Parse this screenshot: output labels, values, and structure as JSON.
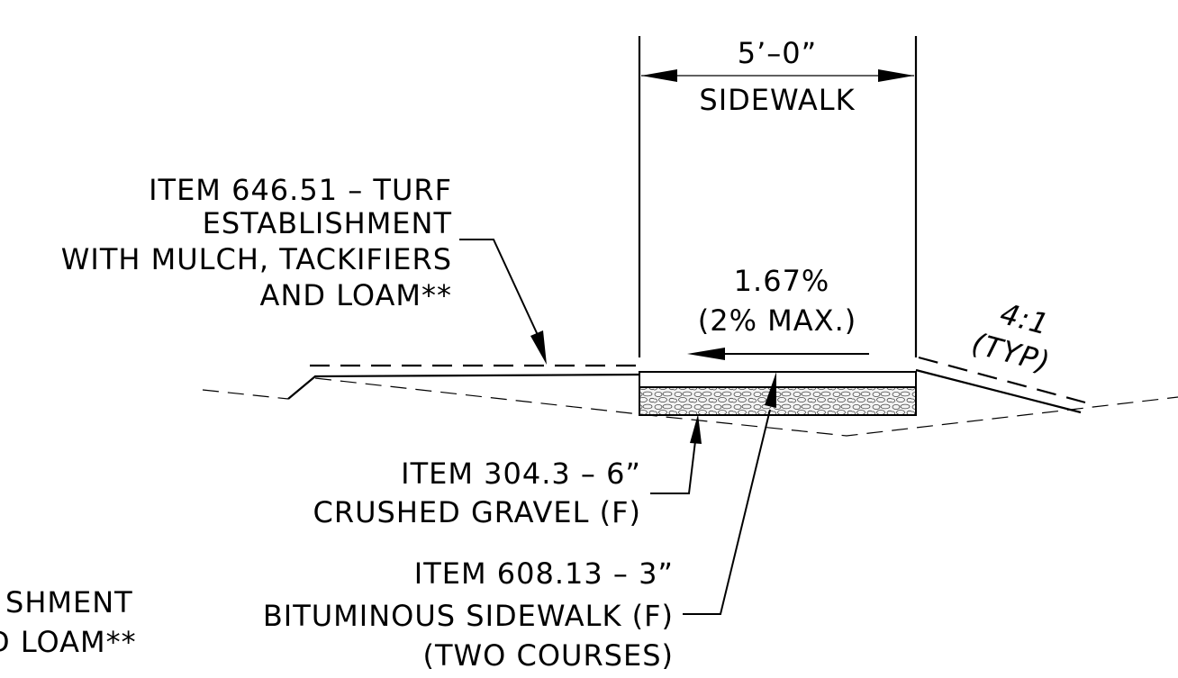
{
  "dimension": {
    "width": "5’–0”",
    "name": "SIDEWALK"
  },
  "slope": {
    "percent": "1.67%",
    "max": "(2% MAX.)"
  },
  "side_slope": {
    "ratio": "4:1",
    "note": "(TYP)"
  },
  "turf_callout": {
    "line1": "ITEM 646.51 – TURF",
    "line2": "ESTABLISHMENT",
    "line3": "WITH MULCH, TACKIFIERS",
    "line4": "AND LOAM**"
  },
  "gravel_callout": {
    "line1": "ITEM 304.3 – 6”",
    "line2": "CRUSHED GRAVEL (F)"
  },
  "sidewalk_callout": {
    "line1": "ITEM 608.13 – 3”",
    "line2": "BITUMINOUS SIDEWALK (F)",
    "line3": "(TWO COURSES)"
  },
  "cutoff_callout": {
    "line1": "SHMENT",
    "line2": "D LOAM**"
  }
}
